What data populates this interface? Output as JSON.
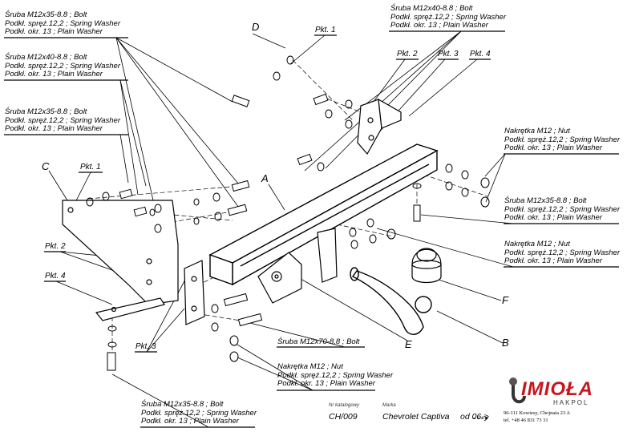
{
  "callouts": {
    "bolt_top_left_1": [
      "Śruba M12x35-8.8 ;  Bolt",
      "Podkł. spręż.12,2 ; Spring Washer",
      "Podkł. okr. 13 ; Plain Washer"
    ],
    "bolt_top_left_2": [
      "Śruba M12x40-8.8 ;  Bolt",
      "Podkł. spręż.12,2 ; Spring Washer",
      "Podkł. okr. 13 ; Plain Washer"
    ],
    "bolt_top_left_3": [
      "Śruba M12x35-8.8 ;  Bolt",
      "Podkł. spręż.12,2 ; Spring Washer",
      "Podkł. okr. 13 ; Plain Washer"
    ],
    "bolt_top_center": [
      "Śruba M12x40-8.8 ; Bolt",
      "Podkł. spręż.12,2 ; Spring Washer",
      "Podkł. okr. 13 ; Plain Washer"
    ],
    "nut_right_1": [
      "Nakrętka  M12 ; Nut",
      "Podkł. spręż.12,2 ; Spring Washer",
      "Podkł. okr. 13 ; Plain Washer"
    ],
    "bolt_right": [
      "Śruba M12x35-8.8 ;  Bolt",
      "Podkł. spręż.12,2 ; Spring Washer",
      "Podkł. okr. 13 ; Plain Washer"
    ],
    "nut_right_2": [
      "Nakrętka  M12 ; Nut",
      "Podkł. spręż.12,2 ; Spring Washer",
      "Podkł. okr. 13 ; Plain Washer"
    ],
    "bolt_m12x70": [
      "Śruba M12x70-8.8 ;  Bolt"
    ],
    "nut_bottom_center": [
      "Nakrętka  M12 ; Nut",
      "Podkł. spręż.12,2 ; Spring Washer",
      "Podkł. okr. 13 ; Plain Washer"
    ],
    "bolt_bottom": [
      "Śruba M12x35-8.8 ; Bolt",
      "Podkł. spręż.12,2 ; Spring Washer",
      "Podkł. okr. 13 ; Plain Washer"
    ]
  },
  "points": {
    "pkt1_top": "Pkt. 1",
    "pkt2_top": "Pkt. 2",
    "pkt3_top": "Pkt. 3",
    "pkt4_top": "Pkt. 4",
    "pkt1_left": "Pkt. 1",
    "pkt2_left": "Pkt. 2",
    "pkt4_left": "Pkt. 4",
    "pkt3_bottom": "Pkt. 3"
  },
  "letters": {
    "A": "A",
    "B": "B",
    "C": "C",
    "D": "D",
    "E": "E",
    "F": "F"
  },
  "footer": {
    "catalog_caption": "Nr katalogowy",
    "catalog_number": "CH/009",
    "brand_caption": "Marka",
    "vehicle": "Chevrolet Captiva",
    "from": "od 06->",
    "company": "IMIOŁA",
    "company_sub": "HAKPOL",
    "address": "96-111 Kowiesy, Chojnata 23 A",
    "phone": "tel. +48 46 831 73 31"
  },
  "colors": {
    "ink": "#000000",
    "brand": "#c8161d"
  }
}
